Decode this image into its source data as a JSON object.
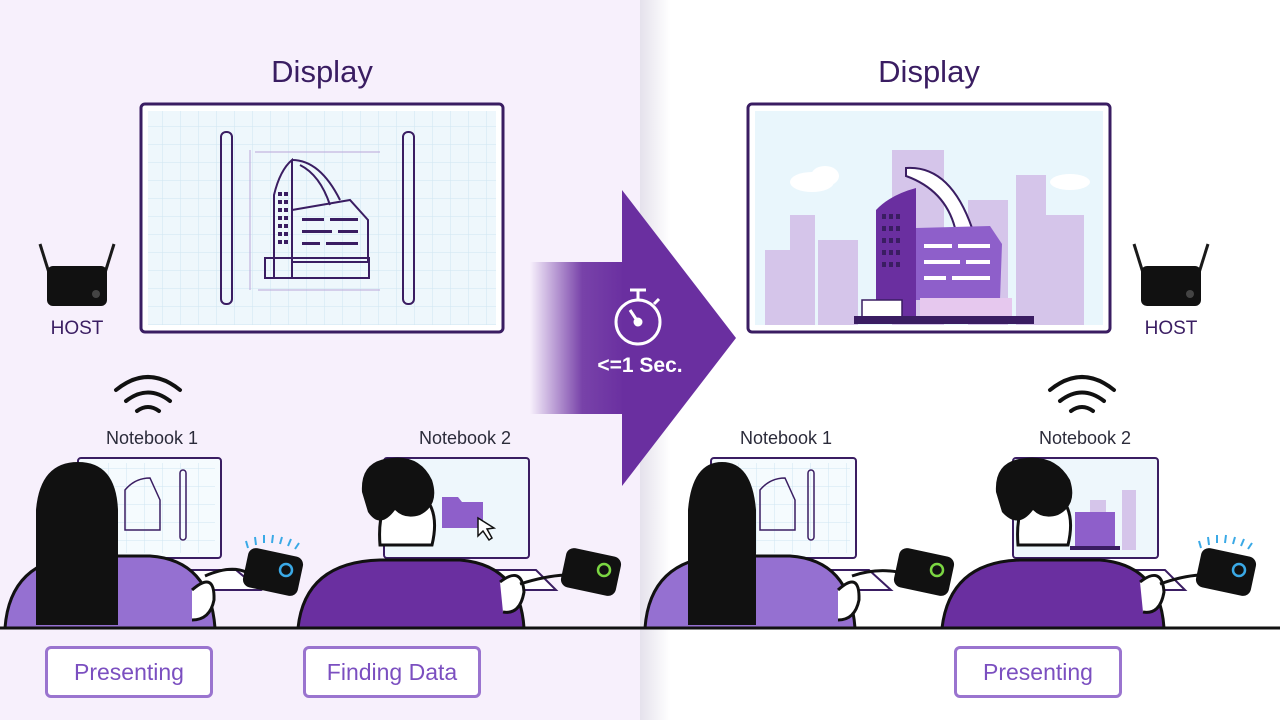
{
  "left": {
    "display_title": "Display",
    "host_label": "HOST",
    "notebook1_label": "Notebook 1",
    "notebook2_label": "Notebook 2",
    "status1": "Presenting",
    "status2": "Finding Data"
  },
  "transition": {
    "time_label": "<=1 Sec."
  },
  "right": {
    "display_title": "Display",
    "host_label": "HOST",
    "notebook1_label": "Notebook 1",
    "notebook2_label": "Notebook 2",
    "status1": "Presenting"
  },
  "colors": {
    "purple_dark": "#3a1d62",
    "purple_arrow": "#6a2fa0",
    "purple_light": "#9a74cf",
    "dongle_blue": "#3aa9e6",
    "dongle_green": "#7bd642",
    "screen_bg": "#e9f6fc"
  }
}
